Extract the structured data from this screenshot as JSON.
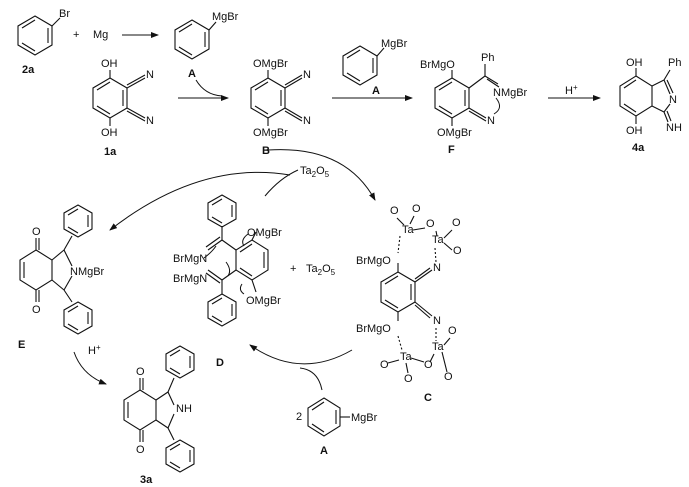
{
  "compounds": {
    "2a": "2a",
    "A": "A",
    "1a": "1a",
    "B": "B",
    "F": "F",
    "4a": "4a",
    "C": "C",
    "D": "D",
    "E": "E",
    "3a": "3a",
    "A_bottom": "A"
  },
  "labels": {
    "Br": "Br",
    "plus": "+",
    "Mg": "Mg",
    "MgBr": "MgBr",
    "OH": "OH",
    "N": "N",
    "OMgBr": "OMgBr",
    "BrMgO": "BrMgO",
    "Ph": "Ph",
    "NMgBr": "NMgBr",
    "NH": "NH",
    "O": "O",
    "Ta": "Ta",
    "BrMgN": "BrMgN",
    "two": "2",
    "Ta2O5_prefix": "Ta",
    "Ta2O5_sub2": "2",
    "Ta2O5_mid": "O",
    "Ta2O5_sub5": "5",
    "H_plus": "H",
    "plus_sup": "+"
  }
}
